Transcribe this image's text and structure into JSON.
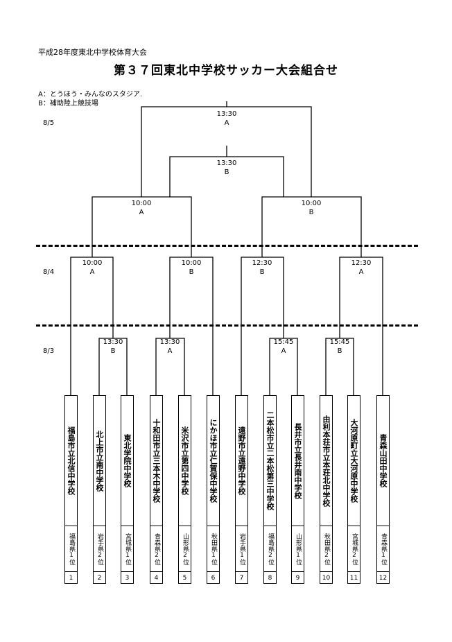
{
  "header": "平成28年度東北中学校体育大会",
  "title": "第３７回東北中学校サッカー大会組合せ",
  "venues": {
    "a": "A：とうほう・みんなのスタジア.",
    "b": "B：補助陸上競技場"
  },
  "dates": {
    "d85": "8/5",
    "d84": "8/4",
    "d83": "8/3"
  },
  "matches": {
    "final": {
      "time": "13:30",
      "venue": "A"
    },
    "third": {
      "time": "13:30",
      "venue": "B"
    },
    "sf1": {
      "time": "10:00",
      "venue": "A"
    },
    "sf2": {
      "time": "10:00",
      "venue": "B"
    },
    "qf1": {
      "time": "10:00",
      "venue": "A"
    },
    "qf2": {
      "time": "10:00",
      "venue": "B"
    },
    "qf3": {
      "time": "12:30",
      "venue": "B"
    },
    "qf4": {
      "time": "12:30",
      "venue": "A"
    },
    "r1a": {
      "time": "13:30",
      "venue": "B"
    },
    "r1b": {
      "time": "13:30",
      "venue": "A"
    },
    "r1c": {
      "time": "15:45",
      "venue": "A"
    },
    "r1d": {
      "time": "15:45",
      "venue": "B"
    }
  },
  "teams": [
    {
      "name": "福島市立北信中学校",
      "pref": "福島県1位",
      "num": "1"
    },
    {
      "name": "北上市立南中学校",
      "pref": "岩手県2位",
      "num": "2"
    },
    {
      "name": "東北学院中学校",
      "pref": "宮城県1位",
      "num": "3"
    },
    {
      "name": "十和田市立三本木中学校",
      "pref": "青森県2位",
      "num": "4"
    },
    {
      "name": "米沢市立第四中学校",
      "pref": "山形県2位",
      "num": "5"
    },
    {
      "name": "にかほ市立仁賀保中学校",
      "pref": "秋田県1位",
      "num": "6"
    },
    {
      "name": "遠野市立遠野中学校",
      "pref": "岩手県1位",
      "num": "7"
    },
    {
      "name": "二本松市立二本松第三中学校",
      "pref": "福島県2位",
      "num": "8"
    },
    {
      "name": "長井市立長井南中学校",
      "pref": "山形県1位",
      "num": "9"
    },
    {
      "name": "由利本荘市立本荘北中学校",
      "pref": "秋田県2位",
      "num": "10"
    },
    {
      "name": "大河原町立大河原中学校",
      "pref": "宮城県2位",
      "num": "11"
    },
    {
      "name": "青森山田中学校",
      "pref": "青森県1位",
      "num": "12"
    }
  ]
}
